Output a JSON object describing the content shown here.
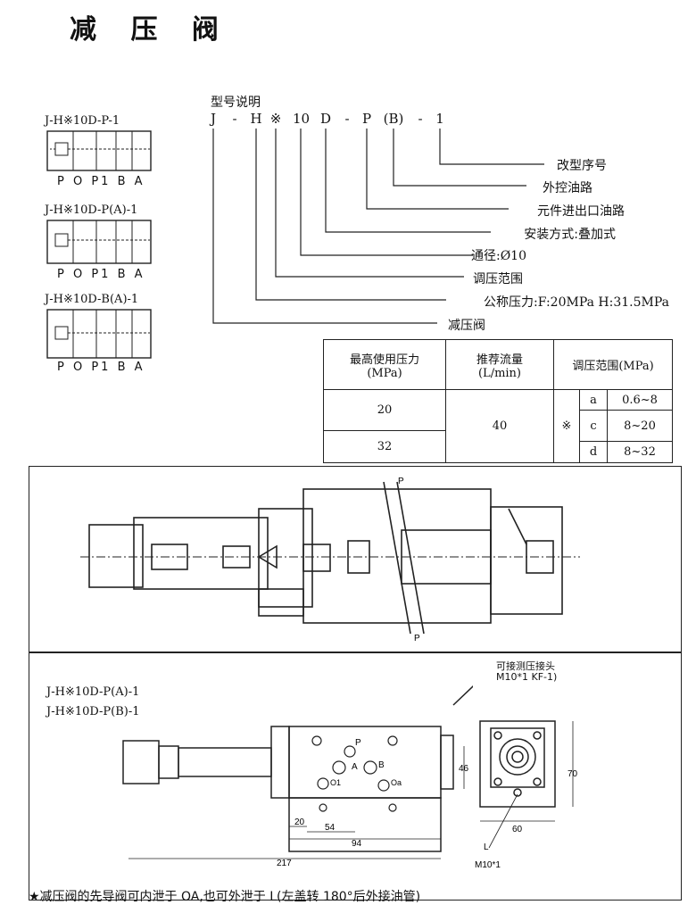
{
  "title": "减 压 阀",
  "symbols": [
    {
      "label": "J-H※10D-P-1",
      "ports": "P  O  P1  B  A"
    },
    {
      "label": "J-H※10D-P(A)-1",
      "ports": "P  O  P1  B  A"
    },
    {
      "label": "J-H※10D-B(A)-1",
      "ports": "P  O  P1  B  A"
    }
  ],
  "model": {
    "heading": "型号说明",
    "code": [
      "J",
      "-",
      "H",
      "※",
      "10",
      "D",
      "-",
      "P",
      "(B)",
      "-",
      "1"
    ],
    "descriptions": [
      "改型序号",
      "外控油路",
      "元件进出口油路",
      "安装方式:叠加式",
      "通径:Ø10",
      "调压范围",
      "公称压力:F:20MPa   H:31.5MPa",
      "减压阀"
    ]
  },
  "spec_table": {
    "h1_line1": "最高使用压力",
    "h1_line2": "(MPa)",
    "h2_line1": "推荐流量",
    "h2_line2": "(L/min)",
    "h3": "调压范围(MPa)",
    "pressures": [
      "20",
      "32"
    ],
    "flow": "40",
    "mark": "※",
    "ranges": [
      {
        "code": "a",
        "range": "0.6~8"
      },
      {
        "code": "c",
        "range": "8~20"
      },
      {
        "code": "d",
        "range": "8~32"
      }
    ]
  },
  "section": {
    "port_top": "P",
    "port_bottom": "P"
  },
  "drawing": {
    "variant1": "J-H※10D-P(A)-1",
    "variant2": "J-H※10D-P(B)-1",
    "callout_title": "可接测压接头",
    "callout_spec": "M10*1 KF-1)",
    "face_ports": {
      "p": "P",
      "a": "A",
      "b": "B",
      "o1": "O1",
      "o2": "Oa"
    },
    "dims": {
      "d20": "20",
      "d54": "54",
      "d94": "94",
      "d217": "217",
      "d46": "46",
      "d70": "70",
      "d60": "60",
      "L": "L",
      "m10": "M10*1"
    }
  },
  "footnote": "★减压阀的先导阀可内泄于 OA,也可外泄于 L(左盖转 180°后外接油管)"
}
